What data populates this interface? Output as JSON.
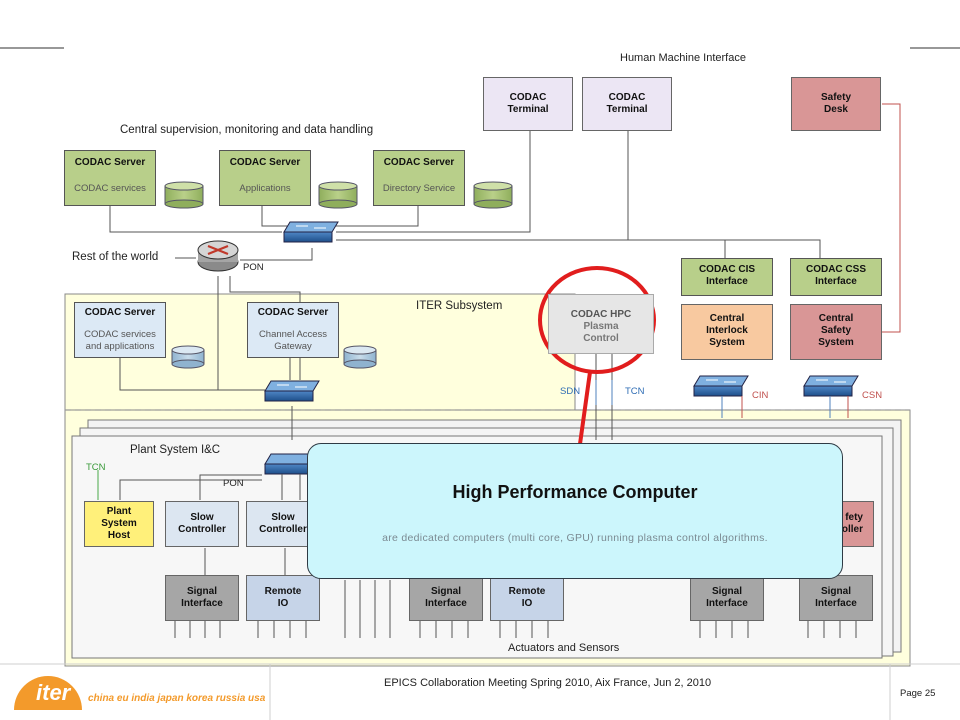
{
  "slide": {
    "title_hmi": "Human Machine Interface",
    "central_supervision": "Central supervision, monitoring and data handling",
    "rest_of_world": "Rest of the world",
    "pon_top": "PON",
    "iter_subsystem": "ITER Subsystem",
    "plant_system": "Plant System I&C",
    "pon_plant": "PON",
    "tcn_plant": "TCN",
    "sdn": "SDN",
    "tcn_hpc": "TCN",
    "cin": "CIN",
    "csn": "CSN",
    "actuators": "Actuators and Sensors"
  },
  "servers_top": [
    {
      "title": "CODAC Server",
      "sub": "CODAC services"
    },
    {
      "title": "CODAC Server",
      "sub": "Applications"
    },
    {
      "title": "CODAC Server",
      "sub": "Directory Service"
    }
  ],
  "servers_sub": [
    {
      "title": "CODAC Server",
      "sub1": "CODAC services",
      "sub2": "and applications"
    },
    {
      "title": "CODAC Server",
      "sub1": "Channel Access",
      "sub2": "Gateway"
    }
  ],
  "terminals": [
    {
      "l1": "CODAC",
      "l2": "Terminal"
    },
    {
      "l1": "CODAC",
      "l2": "Terminal"
    }
  ],
  "safety_desk": {
    "l1": "Safety",
    "l2": "Desk"
  },
  "hpc": {
    "l1": "CODAC HPC",
    "l2": "Plasma",
    "l3": "Control"
  },
  "cis_interface": {
    "l1": "CODAC CIS",
    "l2": "Interface"
  },
  "css_interface": {
    "l1": "CODAC CSS",
    "l2": "Interface"
  },
  "central_interlock": {
    "l1": "Central",
    "l2": "Interlock",
    "l3": "System"
  },
  "central_safety": {
    "l1": "Central",
    "l2": "Safety",
    "l3": "System"
  },
  "plant_host": {
    "l1": "Plant",
    "l2": "System",
    "l3": "Host"
  },
  "slow_ctrl": {
    "l1": "Slow",
    "l2": "Controller"
  },
  "safety_ctrl_partial": {
    "l1": "fety",
    "l2": "oller"
  },
  "signal_if": {
    "l1": "Signal",
    "l2": "Interface"
  },
  "remote_io": {
    "l1": "Remote",
    "l2": "IO"
  },
  "popup": {
    "title": "High Performance Computer",
    "desc": "are dedicated computers (multi core, GPU) running plasma control algorithms."
  },
  "footer": {
    "logo": "iter",
    "countries": "china eu india japan korea russia usa",
    "meeting": "EPICS Collaboration Meeting Spring 2010, Aix France, Jun 2, 2010",
    "page": "Page 25"
  },
  "colors": {
    "green": "#b8cf8a",
    "lavender": "#ece6f4",
    "rose": "#d99696",
    "peach": "#f8c9a0",
    "yellow_zone": "#ffffdd",
    "popup_bg": "#ccf6fc",
    "highlight_red": "#e11d1d",
    "logo_orange": "#f39a2b"
  }
}
